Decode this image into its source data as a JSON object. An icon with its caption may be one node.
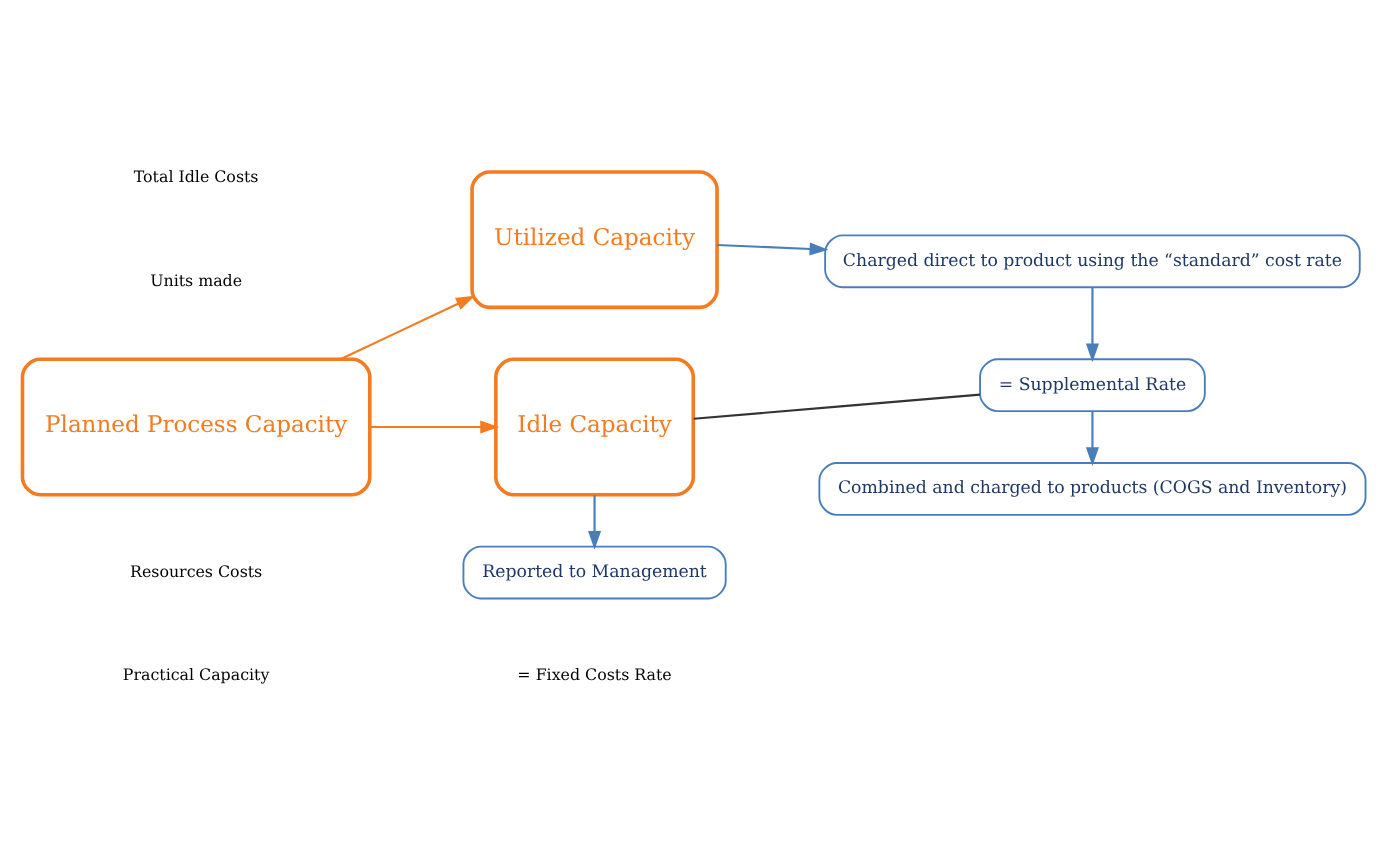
{
  "diagram": {
    "nodes": [
      {
        "text": [
          "Planned Process Capacity"
        ]
      },
      {
        "text": [
          "Utilized Capacity"
        ]
      },
      {
        "text": [
          "Idle Capacity"
        ]
      },
      {
        "text": [
          "Charged direct to product using the “standard” cost rate"
        ]
      },
      {
        "text": [
          "= Supplemental Rate"
        ]
      },
      {
        "text": [
          "Reported to Management"
        ]
      },
      {
        "text": [
          "Combined and charged to products (COGS and Inventory)"
        ]
      }
    ],
    "edges": [
      {
        "from": 0,
        "to": 1,
        "arrow": "to",
        "color": "#f47b20"
      },
      {
        "from": 0,
        "to": 2,
        "arrow": "to",
        "color": "#f47b20"
      },
      {
        "from": 1,
        "to": 3,
        "arrow": "to"
      },
      {
        "from": 2,
        "to": 4,
        "arrow": "none",
        "color": "#333333"
      },
      {
        "from": 3,
        "to": 4,
        "arrow": "to"
      },
      {
        "from": 2,
        "to": 5,
        "arrow": "to"
      },
      {
        "from": 4,
        "to": 6,
        "arrow": "to"
      }
    ],
    "labels": [
      "Total Idle Costs",
      "Units made",
      "Resources Costs",
      "Practical Capacity",
      "= Fixed Costs Rate"
    ]
  }
}
